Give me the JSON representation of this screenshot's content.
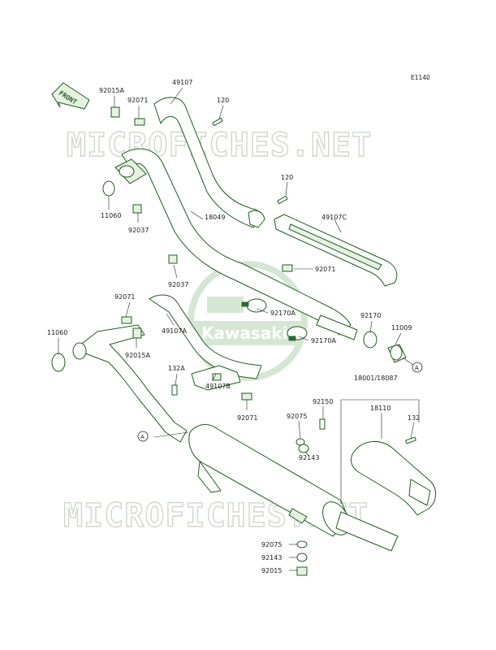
{
  "diagram_code": "E1140",
  "front_label": "FRONT",
  "watermark": "MICROFICHES.NET",
  "logo_text": "Kawasaki",
  "labels": {
    "p92015A_top": "92015A",
    "p92071_top": "92071",
    "p49107": "49107",
    "p120_top": "120",
    "p11060_top": "11060",
    "p92037_top": "92037",
    "p18049": "18049",
    "p120_mid": "120",
    "p49107C": "49107C",
    "p92071_mid": "92071",
    "p92037_mid": "92037",
    "p92170A_a": "92170A",
    "p92170A_b": "92170A",
    "p92170": "92170",
    "p11009": "11009",
    "p92071_left": "92071",
    "p11060_left": "11060",
    "p49107A": "49107A",
    "p92015A_left": "92015A",
    "p132A": "132A",
    "p49107B": "49107B",
    "p92071_low": "92071",
    "p18001": "18001/18087",
    "p92150": "92150",
    "p92075_mid": "92075",
    "p18110": "18110",
    "p132": "132",
    "p92143_mid": "92143",
    "p92075_bot": "92075",
    "p92143_bot": "92143",
    "p92015_bot": "92015",
    "refA_right": "A",
    "refA_left": "A"
  },
  "colors": {
    "line": "#1f5c1f",
    "fill": "#e6f1e2",
    "watermark": "#cfd8cc"
  }
}
